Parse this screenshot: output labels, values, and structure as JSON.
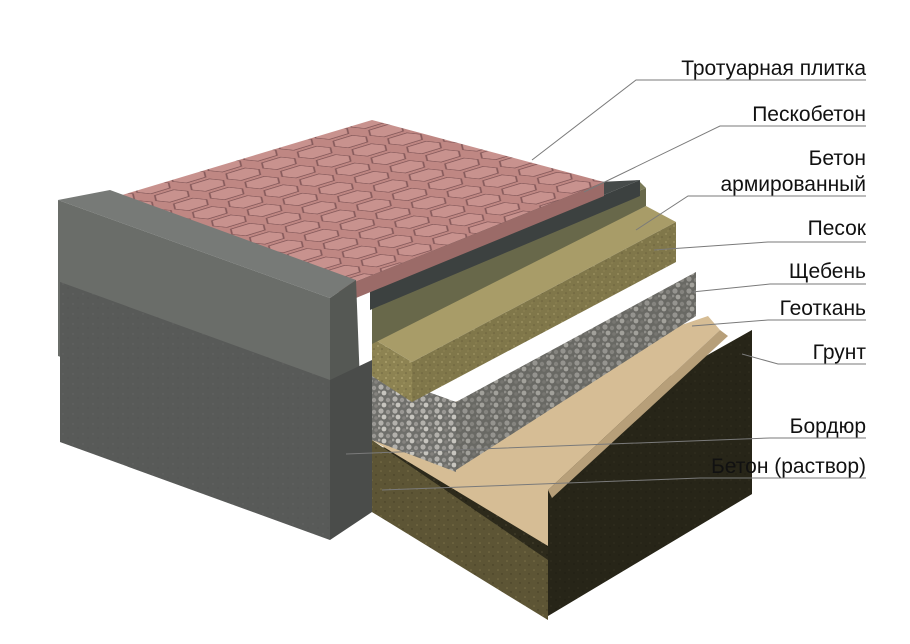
{
  "labels": [
    {
      "id": "paving-tile",
      "text": "Тротуарная плитка"
    },
    {
      "id": "sand-concrete",
      "text": "Пескобетон"
    },
    {
      "id": "reinforced-concrete",
      "line1": "Бетон",
      "line2": "армированный"
    },
    {
      "id": "sand",
      "text": "Песок"
    },
    {
      "id": "crushed-stone",
      "text": "Щебень"
    },
    {
      "id": "geotextile",
      "text": "Геоткань"
    },
    {
      "id": "soil",
      "text": "Грунт"
    },
    {
      "id": "curb",
      "text": "Бордюр"
    },
    {
      "id": "concrete-mortar",
      "text": "Бетон (раствор)"
    }
  ],
  "colors": {
    "tile": "#c38b87",
    "tile_grout": "#7e5552",
    "sand_concrete": "#3d4240",
    "reinforced_concrete": "#6a6a4a",
    "sand": "#988d5f",
    "crushed_stone": "#8c8c88",
    "geotextile": "#d8bf98",
    "soil": "#2e2b1b",
    "curb": "#6c706c",
    "concrete_base": "#5b5d5b",
    "leader_line": "#7a7a7a"
  }
}
